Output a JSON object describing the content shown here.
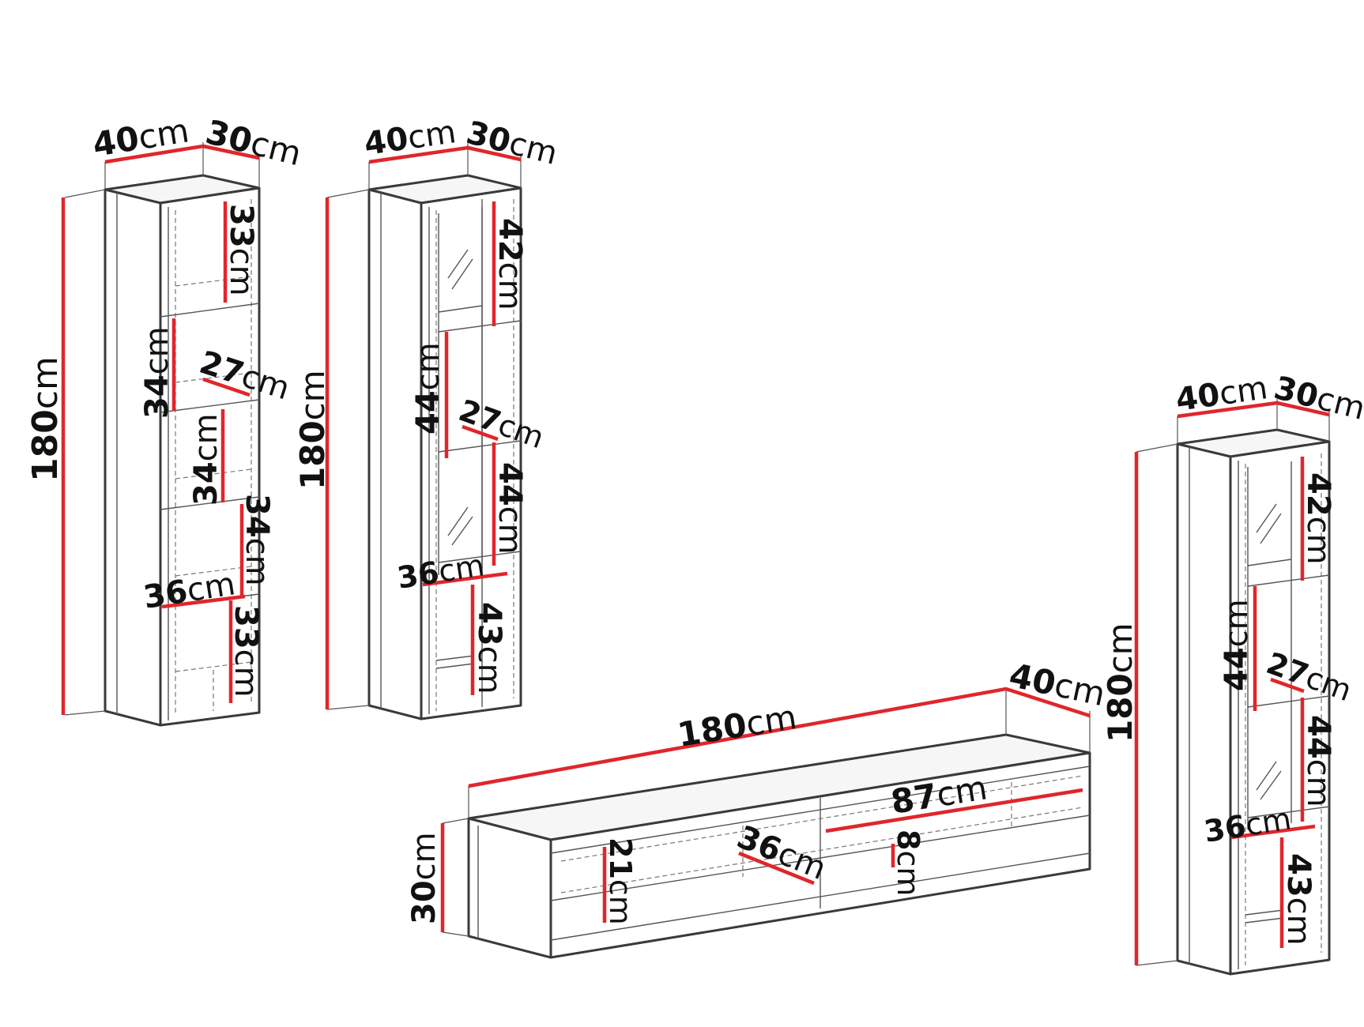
{
  "labels": {
    "u1_depth_main": "40",
    "u1_depth_side": "30",
    "u1_height": "180",
    "u1_shelf1": "33",
    "u1_shelf2": "34",
    "u1_shelf2_depth": "27",
    "u1_shelf3": "34",
    "u1_shelf4": "34",
    "u1_width": "36",
    "u1_shelf5": "33",
    "u2_depth_main": "40",
    "u2_depth_side": "30",
    "u2_height": "180",
    "u2_glass1": "42",
    "u2_glass2": "44",
    "u2_depth": "27",
    "u2_glass3": "44",
    "u2_width": "36",
    "u2_bottom": "43",
    "u3_depth_main": "40",
    "u3_depth_side": "30",
    "u3_height": "180",
    "u3_glass1": "42",
    "u3_glass2": "44",
    "u3_depth": "27",
    "u3_glass3": "44",
    "u3_width": "36",
    "u3_bottom": "43",
    "tv_length": "180",
    "tv_depth": "40",
    "tv_height": "30",
    "tv_drawer_width": "87",
    "tv_drawer_h": "8",
    "tv_niche_h": "21",
    "tv_niche_w": "36"
  },
  "unit": "cm"
}
